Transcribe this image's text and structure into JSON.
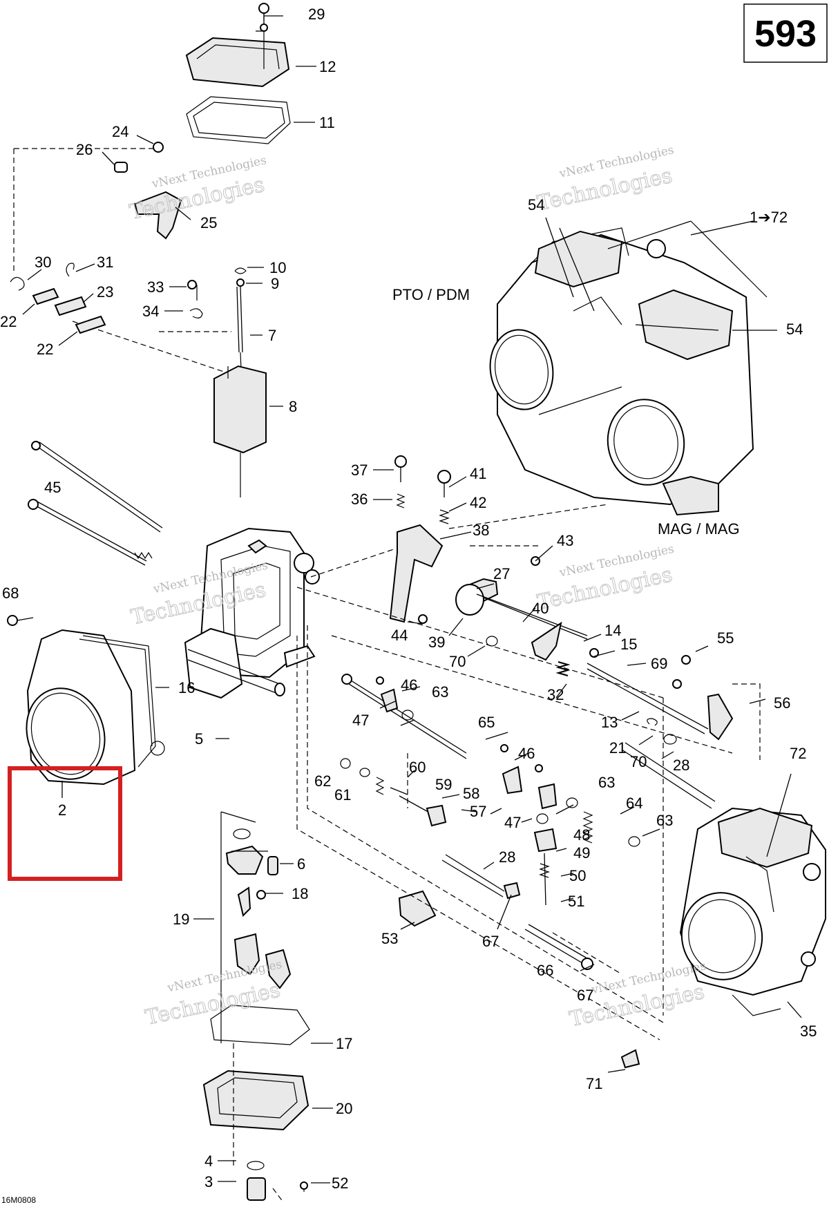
{
  "page_number": "593",
  "doc_code": "16M0808",
  "labels": {
    "pto": "PTO / PDM",
    "mag": "MAG / MAG",
    "assembly": "1➔72"
  },
  "watermark": {
    "small": "vNext Technologies",
    "large": "Technologies",
    "tiny": "vNext"
  },
  "callouts": [
    "29",
    "12",
    "11",
    "24",
    "26",
    "25",
    "30",
    "31",
    "23",
    "22",
    "22",
    "33",
    "34",
    "10",
    "9",
    "7",
    "8",
    "45",
    "68",
    "16",
    "5",
    "2",
    "6",
    "18",
    "19",
    "17",
    "20",
    "4",
    "3",
    "52",
    "37",
    "41",
    "36",
    "42",
    "38",
    "43",
    "27",
    "40",
    "44",
    "39",
    "70",
    "14",
    "15",
    "69",
    "32",
    "55",
    "56",
    "13",
    "21",
    "70",
    "46",
    "63",
    "47",
    "65",
    "46",
    "60",
    "59",
    "58",
    "57",
    "62",
    "61",
    "63",
    "47",
    "48",
    "49",
    "64",
    "63",
    "50",
    "51",
    "28",
    "28",
    "53",
    "67",
    "66",
    "67",
    "72",
    "35",
    "71",
    "54",
    "54"
  ],
  "highlight_color": "#d42020"
}
